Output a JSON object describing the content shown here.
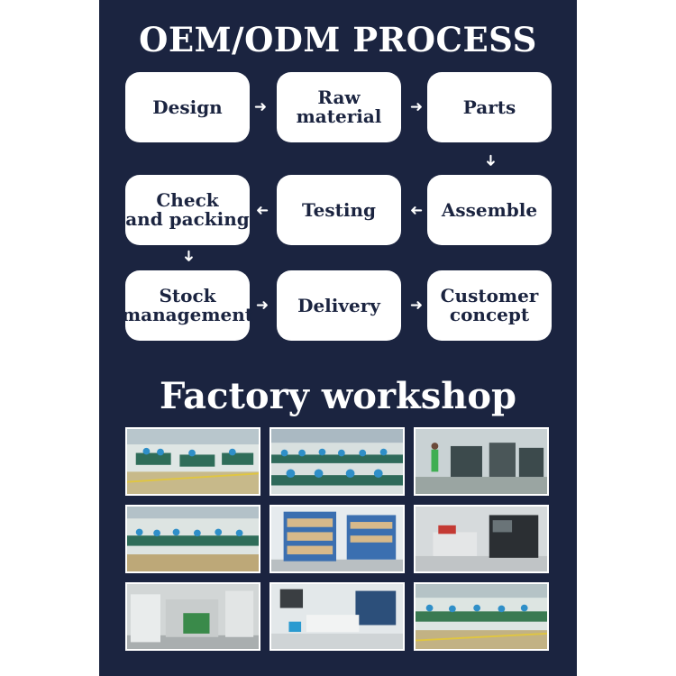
{
  "titles": {
    "process": "OEM/ODM  PROCESS",
    "workshop": "Factory workshop"
  },
  "process_steps": [
    "Design",
    "Raw\nmaterial",
    "Parts",
    "Assemble",
    "Testing",
    "Check\nand packing",
    "Stock\nmanagement",
    "Delivery",
    "Customer\nconcept"
  ],
  "arrow_icons": [
    "right-arrow-icon",
    "down-arrow-icon",
    "left-arrow-icon"
  ],
  "workshop_photos": [
    "assembly-line-photo",
    "assembly-line-photo",
    "machine-workers-photo",
    "assembly-line-photo",
    "warehouse-shelves-photo",
    "machinery-photo",
    "machinery-photo",
    "machinery-photo",
    "assembly-line-photo"
  ],
  "colors": {
    "background": "#1b2440",
    "box": "#ffffff",
    "text_dark": "#1b2440"
  }
}
